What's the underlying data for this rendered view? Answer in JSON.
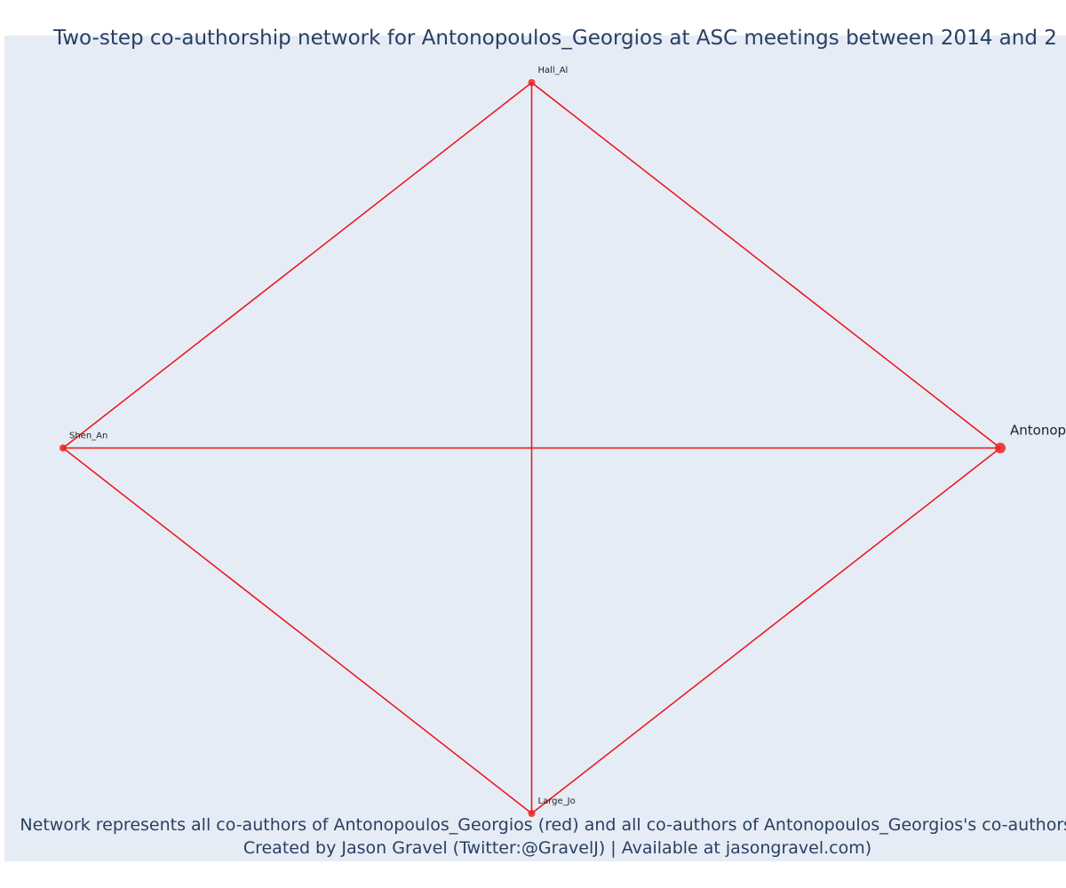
{
  "title": "Two-step co-authorship network for Antonopoulos_Georgios at ASC meetings between 2014 and 2",
  "caption": {
    "line1": "Network represents all co-authors of Antonopoulos_Georgios (red) and all co-authors of Antonopoulos_Georgios's co-authors (b",
    "line2": "Created by Jason Gravel (Twitter:@GravelJ) | Available at jasongravel.com)"
  },
  "colors": {
    "background": "#e5ecf6",
    "edge": "#ee1111",
    "node": "#ee2222",
    "text": "#2a3f5f"
  },
  "chart_data": {
    "type": "network",
    "nodes": [
      {
        "id": "Hall_Al",
        "label": "Hall_Al",
        "x": 0.5,
        "y": 1.0,
        "focal": false
      },
      {
        "id": "Shen_An",
        "label": "Shen_An",
        "x": 0.0,
        "y": 0.5,
        "focal": false
      },
      {
        "id": "Antonopoulos_Georgios",
        "label": "Antonop",
        "x": 1.0,
        "y": 0.5,
        "focal": true
      },
      {
        "id": "Large_Jo",
        "label": "Large_Jo",
        "x": 0.5,
        "y": 0.0,
        "focal": false
      }
    ],
    "edges": [
      [
        "Hall_Al",
        "Shen_An"
      ],
      [
        "Hall_Al",
        "Antonopoulos_Georgios"
      ],
      [
        "Hall_Al",
        "Large_Jo"
      ],
      [
        "Shen_An",
        "Antonopoulos_Georgios"
      ],
      [
        "Shen_An",
        "Large_Jo"
      ],
      [
        "Antonopoulos_Georgios",
        "Large_Jo"
      ]
    ]
  }
}
